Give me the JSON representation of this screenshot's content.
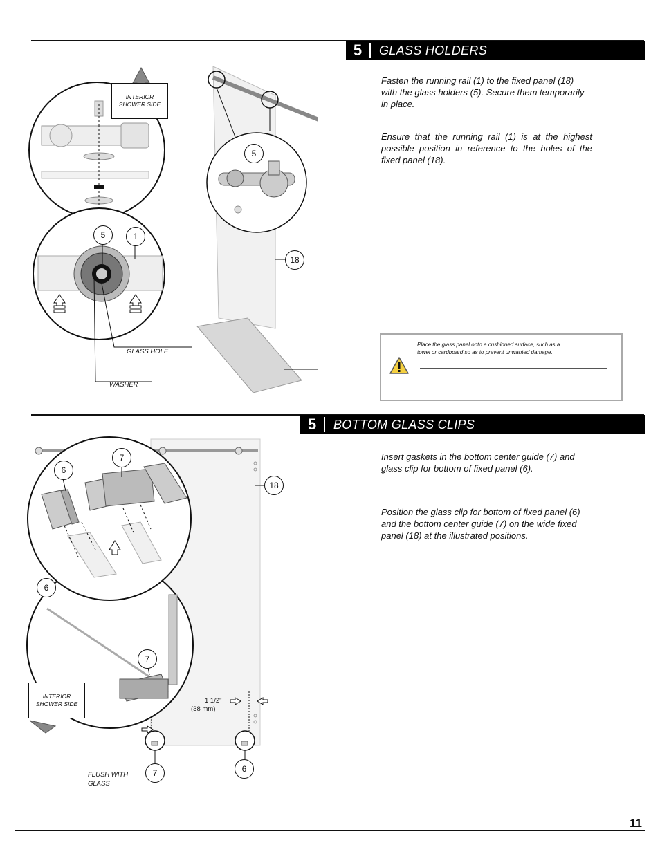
{
  "section1": {
    "number": "5",
    "title": "GLASS HOLDERS",
    "paragraph1": "Fasten the running rail (1) to the fixed panel (18) with the glass holders (5). Secure them temporarily in place.",
    "paragraph2": "Ensure that the running rail (1) is at the highest possible position in reference to the holes of the fixed panel (18).",
    "interior_label": "INTERIOR SHOWER SIDE",
    "glass_hole_label": "GLASS HOLE",
    "washer_label": "WASHER",
    "callouts": {
      "holder": "5",
      "rail": "1",
      "panel": "18",
      "holder_zoom": "5"
    },
    "warning": "Place the glass panel onto a cushioned surface, such as a towel or cardboard so as to prevent unwanted damage."
  },
  "section2": {
    "number": "5",
    "title": "BOTTOM GLASS CLIPS",
    "paragraph1": "Insert gaskets in the bottom center guide (7) and glass clip for bottom of fixed panel (6).",
    "paragraph2": "Position the glass clip for bottom of fixed panel (6) and the bottom center guide (7) on the wide fixed panel (18) at the illustrated positions.",
    "interior_label": "INTERIOR SHOWER SIDE",
    "dimension": "1 1/2\"",
    "dimension_metric": "(38 mm)",
    "flush_label": "FLUSH WITH GLASS",
    "callouts": {
      "clip_top": "6",
      "guide_top": "7",
      "panel": "18",
      "clip_mid": "6",
      "guide_mid": "7",
      "guide_bottom": "7",
      "clip_bottom": "6"
    }
  },
  "page_number": "11"
}
